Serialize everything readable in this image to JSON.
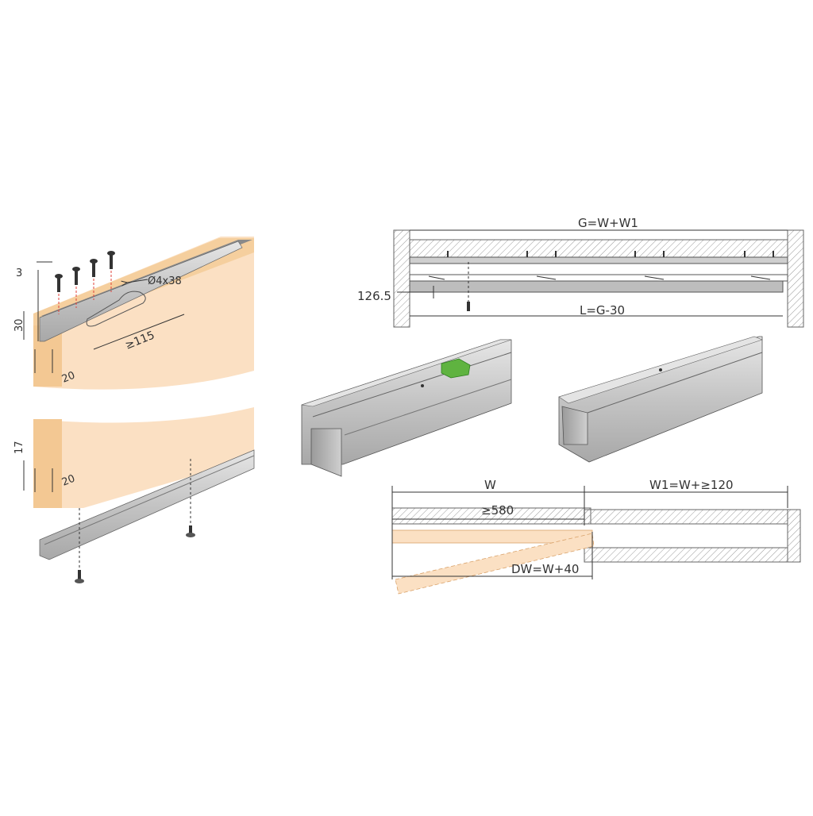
{
  "left_detail": {
    "dim_top_offset": "3",
    "dim_groove_depth": "30",
    "dim_hole": "Ø4x38",
    "dim_min_length": "≥115",
    "dim_edge_top": "20",
    "dim_bottom_offset": "17",
    "dim_edge_bottom": "20"
  },
  "elevation": {
    "dim_total": "G=W+W1",
    "dim_height": "126.5",
    "dim_track": "L=G-30"
  },
  "plan": {
    "dim_w": "W",
    "dim_min_opening": "≥580",
    "dim_w1": "W1=W+≥120",
    "dim_dw": "DW=W+40"
  },
  "colors": {
    "wood": "#fbe0c3",
    "wood_edge": "#f3c893",
    "aluminium": "#c9c9c9",
    "accent_green": "#5fb340",
    "screw_dash": "#e0403a"
  }
}
